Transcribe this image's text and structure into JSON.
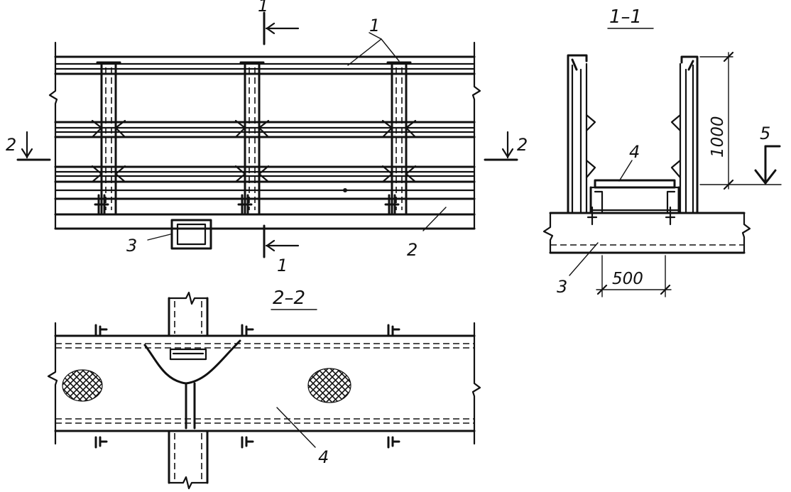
{
  "sections": {
    "s11": "1–1",
    "s22": "2–2"
  },
  "cut_marks": {
    "one": "1",
    "two": "2"
  },
  "callouts": {
    "c1": "1",
    "c2": "2",
    "c3": "3",
    "c4": "4",
    "c5": "5"
  },
  "dimensions": {
    "height": "1000",
    "width": "500"
  }
}
